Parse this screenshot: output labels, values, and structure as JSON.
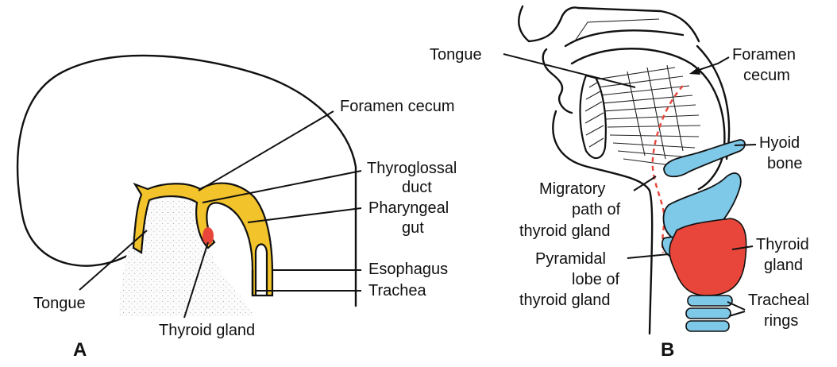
{
  "colors": {
    "gut": "#F2C32A",
    "thyroid": "#E8463A",
    "bone": "#7EC8E8",
    "ink": "#111111"
  },
  "panel_a": {
    "letter": "A",
    "labels": {
      "foramen_cecum": "Foramen cecum",
      "thyroglossal_1": "Thyroglossal",
      "thyroglossal_2": "duct",
      "pharyngeal_1": "Pharyngeal",
      "pharyngeal_2": "gut",
      "esophagus": "Esophagus",
      "trachea": "Trachea",
      "tongue": "Tongue",
      "thyroid_gland": "Thyroid gland"
    }
  },
  "panel_b": {
    "letter": "B",
    "labels": {
      "tongue": "Tongue",
      "foramen_1": "Foramen",
      "foramen_2": "cecum",
      "hyoid_1": "Hyoid",
      "hyoid_2": "bone",
      "migratory_1": "Migratory",
      "migratory_2": "path of",
      "migratory_3": "thyroid gland",
      "thyroid_1": "Thyroid",
      "thyroid_2": "gland",
      "pyramidal_1": "Pyramidal",
      "pyramidal_2": "lobe of",
      "pyramidal_3": "thyroid gland",
      "tracheal_1": "Tracheal",
      "tracheal_2": "rings"
    }
  }
}
